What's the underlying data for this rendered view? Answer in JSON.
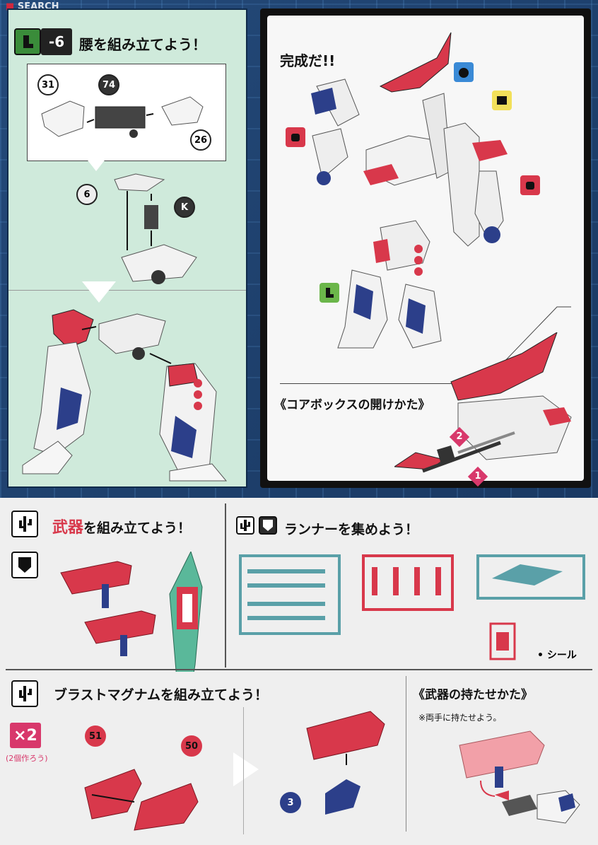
{
  "watermark": "SEARCH",
  "step_k": {
    "badge": "-6",
    "title": "腰を組み立てよう！",
    "parts": [
      "31",
      "74",
      "26",
      "6",
      "K"
    ]
  },
  "complete": {
    "title": "完成だ!!",
    "core_box_title": "《コアボックスの開けかた》",
    "steps": [
      "1",
      "2"
    ]
  },
  "weapon": {
    "title_red": "武器",
    "title_rest": "を組み立てよう！"
  },
  "runner": {
    "title": "ランナーを集めよう！",
    "seal": "• シール"
  },
  "blast": {
    "title": "ブラストマグナムを組み立てよう！",
    "multiplier": "×2",
    "note": "(2個作ろう)",
    "parts": [
      "51",
      "50",
      "3"
    ]
  },
  "hold": {
    "title": "《武器の持たせかた》",
    "note": "※両手に持たせよう。"
  },
  "colors": {
    "accent_red": "#d8384b",
    "panel_green": "#cfeadb",
    "runner_teal": "#5aa0a8",
    "navy": "#2c3f8a"
  }
}
